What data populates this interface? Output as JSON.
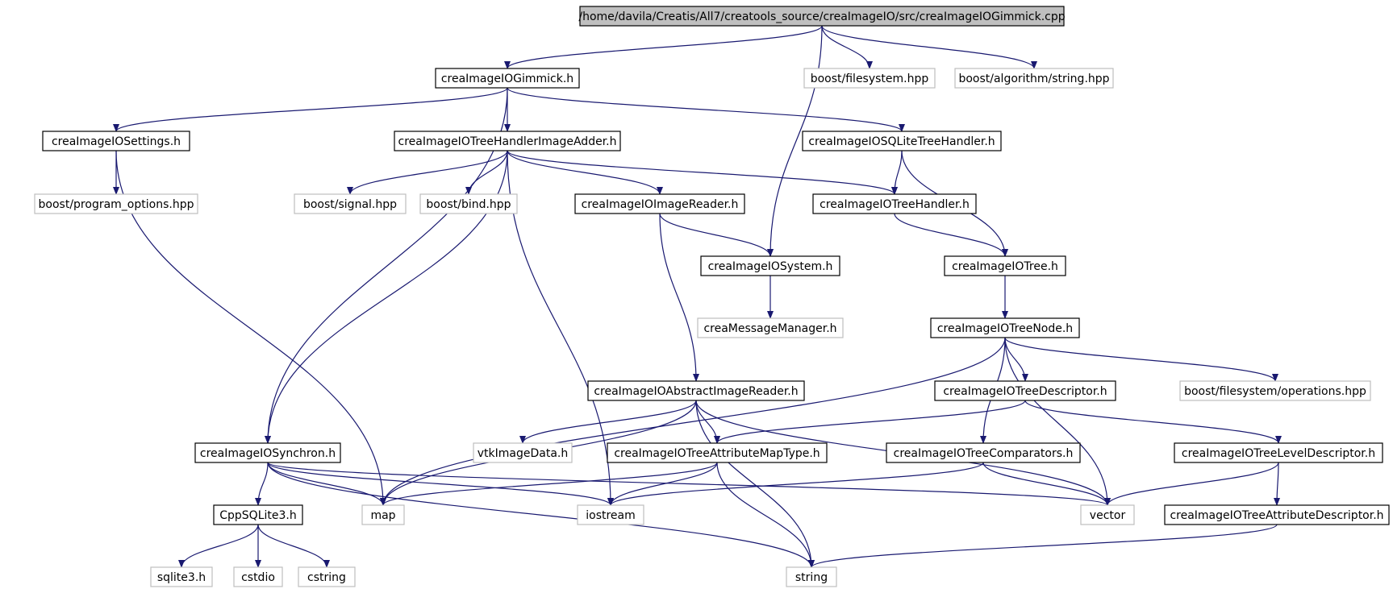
{
  "colors": {
    "edge": "#191970",
    "root_fill": "#bfbfbf",
    "documented_border": "#000000",
    "external_border": "#bfbfbf",
    "text": "#000000"
  },
  "nodes": [
    {
      "id": "root",
      "label": "/home/davila/Creatis/All7/creatools_source/creaImageIO/src/creaImageIOGimmick.cpp",
      "kind": "root"
    },
    {
      "id": "gimmick_h",
      "label": "creaImageIOGimmick.h",
      "kind": "documented"
    },
    {
      "id": "boost_fs",
      "label": "boost/filesystem.hpp",
      "kind": "external"
    },
    {
      "id": "boost_alg",
      "label": "boost/algorithm/string.hpp",
      "kind": "external"
    },
    {
      "id": "settings_h",
      "label": "creaImageIOSettings.h",
      "kind": "documented"
    },
    {
      "id": "adder_h",
      "label": "creaImageIOTreeHandlerImageAdder.h",
      "kind": "documented"
    },
    {
      "id": "sqlite_handler_h",
      "label": "creaImageIOSQLiteTreeHandler.h",
      "kind": "documented"
    },
    {
      "id": "boost_po",
      "label": "boost/program_options.hpp",
      "kind": "external"
    },
    {
      "id": "boost_signal",
      "label": "boost/signal.hpp",
      "kind": "external"
    },
    {
      "id": "boost_bind",
      "label": "boost/bind.hpp",
      "kind": "external"
    },
    {
      "id": "image_reader_h",
      "label": "creaImageIOImageReader.h",
      "kind": "documented"
    },
    {
      "id": "tree_handler_h",
      "label": "creaImageIOTreeHandler.h",
      "kind": "documented"
    },
    {
      "id": "system_h",
      "label": "creaImageIOSystem.h",
      "kind": "documented"
    },
    {
      "id": "tree_h",
      "label": "creaImageIOTree.h",
      "kind": "documented"
    },
    {
      "id": "msg_manager_h",
      "label": "creaMessageManager.h",
      "kind": "external"
    },
    {
      "id": "tree_node_h",
      "label": "creaImageIOTreeNode.h",
      "kind": "documented"
    },
    {
      "id": "abstract_reader_h",
      "label": "creaImageIOAbstractImageReader.h",
      "kind": "documented"
    },
    {
      "id": "tree_descriptor_h",
      "label": "creaImageIOTreeDescriptor.h",
      "kind": "documented"
    },
    {
      "id": "boost_fs_ops",
      "label": "boost/filesystem/operations.hpp",
      "kind": "external"
    },
    {
      "id": "synchron_h",
      "label": "creaImageIOSynchron.h",
      "kind": "documented"
    },
    {
      "id": "vtk_image_data",
      "label": "vtkImageData.h",
      "kind": "external"
    },
    {
      "id": "attr_map_type_h",
      "label": "creaImageIOTreeAttributeMapType.h",
      "kind": "documented"
    },
    {
      "id": "comparators_h",
      "label": "creaImageIOTreeComparators.h",
      "kind": "documented"
    },
    {
      "id": "level_descriptor_h",
      "label": "creaImageIOTreeLevelDescriptor.h",
      "kind": "documented"
    },
    {
      "id": "cppsqlite_h",
      "label": "CppSQLite3.h",
      "kind": "documented"
    },
    {
      "id": "map",
      "label": "map",
      "kind": "external"
    },
    {
      "id": "iostream",
      "label": "iostream",
      "kind": "external"
    },
    {
      "id": "vector",
      "label": "vector",
      "kind": "external"
    },
    {
      "id": "attr_descriptor_h",
      "label": "creaImageIOTreeAttributeDescriptor.h",
      "kind": "documented"
    },
    {
      "id": "sqlite3_h",
      "label": "sqlite3.h",
      "kind": "external"
    },
    {
      "id": "cstdio",
      "label": "cstdio",
      "kind": "external"
    },
    {
      "id": "cstring",
      "label": "cstring",
      "kind": "external"
    },
    {
      "id": "string",
      "label": "string",
      "kind": "external"
    }
  ],
  "edges": [
    {
      "from": "root",
      "to": "gimmick_h"
    },
    {
      "from": "root",
      "to": "system_h"
    },
    {
      "from": "root",
      "to": "boost_fs"
    },
    {
      "from": "root",
      "to": "boost_alg"
    },
    {
      "from": "gimmick_h",
      "to": "settings_h"
    },
    {
      "from": "gimmick_h",
      "to": "adder_h"
    },
    {
      "from": "gimmick_h",
      "to": "sqlite_handler_h"
    },
    {
      "from": "gimmick_h",
      "to": "synchron_h"
    },
    {
      "from": "settings_h",
      "to": "boost_po"
    },
    {
      "from": "settings_h",
      "to": "map"
    },
    {
      "from": "adder_h",
      "to": "boost_signal"
    },
    {
      "from": "adder_h",
      "to": "boost_bind"
    },
    {
      "from": "adder_h",
      "to": "image_reader_h"
    },
    {
      "from": "adder_h",
      "to": "tree_handler_h"
    },
    {
      "from": "adder_h",
      "to": "synchron_h"
    },
    {
      "from": "adder_h",
      "to": "iostream"
    },
    {
      "from": "sqlite_handler_h",
      "to": "tree_handler_h"
    },
    {
      "from": "sqlite_handler_h",
      "to": "tree_h"
    },
    {
      "from": "image_reader_h",
      "to": "system_h"
    },
    {
      "from": "image_reader_h",
      "to": "abstract_reader_h"
    },
    {
      "from": "tree_handler_h",
      "to": "tree_h"
    },
    {
      "from": "system_h",
      "to": "msg_manager_h"
    },
    {
      "from": "tree_h",
      "to": "tree_node_h"
    },
    {
      "from": "tree_node_h",
      "to": "tree_descriptor_h"
    },
    {
      "from": "tree_node_h",
      "to": "boost_fs_ops"
    },
    {
      "from": "tree_node_h",
      "to": "comparators_h"
    },
    {
      "from": "tree_node_h",
      "to": "map"
    },
    {
      "from": "tree_node_h",
      "to": "vector"
    },
    {
      "from": "abstract_reader_h",
      "to": "vtk_image_data"
    },
    {
      "from": "abstract_reader_h",
      "to": "attr_map_type_h"
    },
    {
      "from": "abstract_reader_h",
      "to": "map"
    },
    {
      "from": "abstract_reader_h",
      "to": "vector"
    },
    {
      "from": "abstract_reader_h",
      "to": "string"
    },
    {
      "from": "tree_descriptor_h",
      "to": "attr_map_type_h"
    },
    {
      "from": "tree_descriptor_h",
      "to": "level_descriptor_h"
    },
    {
      "from": "attr_map_type_h",
      "to": "map"
    },
    {
      "from": "attr_map_type_h",
      "to": "iostream"
    },
    {
      "from": "attr_map_type_h",
      "to": "string"
    },
    {
      "from": "comparators_h",
      "to": "iostream"
    },
    {
      "from": "comparators_h",
      "to": "vector"
    },
    {
      "from": "level_descriptor_h",
      "to": "attr_descriptor_h"
    },
    {
      "from": "level_descriptor_h",
      "to": "vector"
    },
    {
      "from": "attr_descriptor_h",
      "to": "string"
    },
    {
      "from": "synchron_h",
      "to": "cppsqlite_h"
    },
    {
      "from": "synchron_h",
      "to": "map"
    },
    {
      "from": "synchron_h",
      "to": "iostream"
    },
    {
      "from": "synchron_h",
      "to": "vector"
    },
    {
      "from": "synchron_h",
      "to": "string"
    },
    {
      "from": "cppsqlite_h",
      "to": "sqlite3_h"
    },
    {
      "from": "cppsqlite_h",
      "to": "cstdio"
    },
    {
      "from": "cppsqlite_h",
      "to": "cstring"
    }
  ]
}
